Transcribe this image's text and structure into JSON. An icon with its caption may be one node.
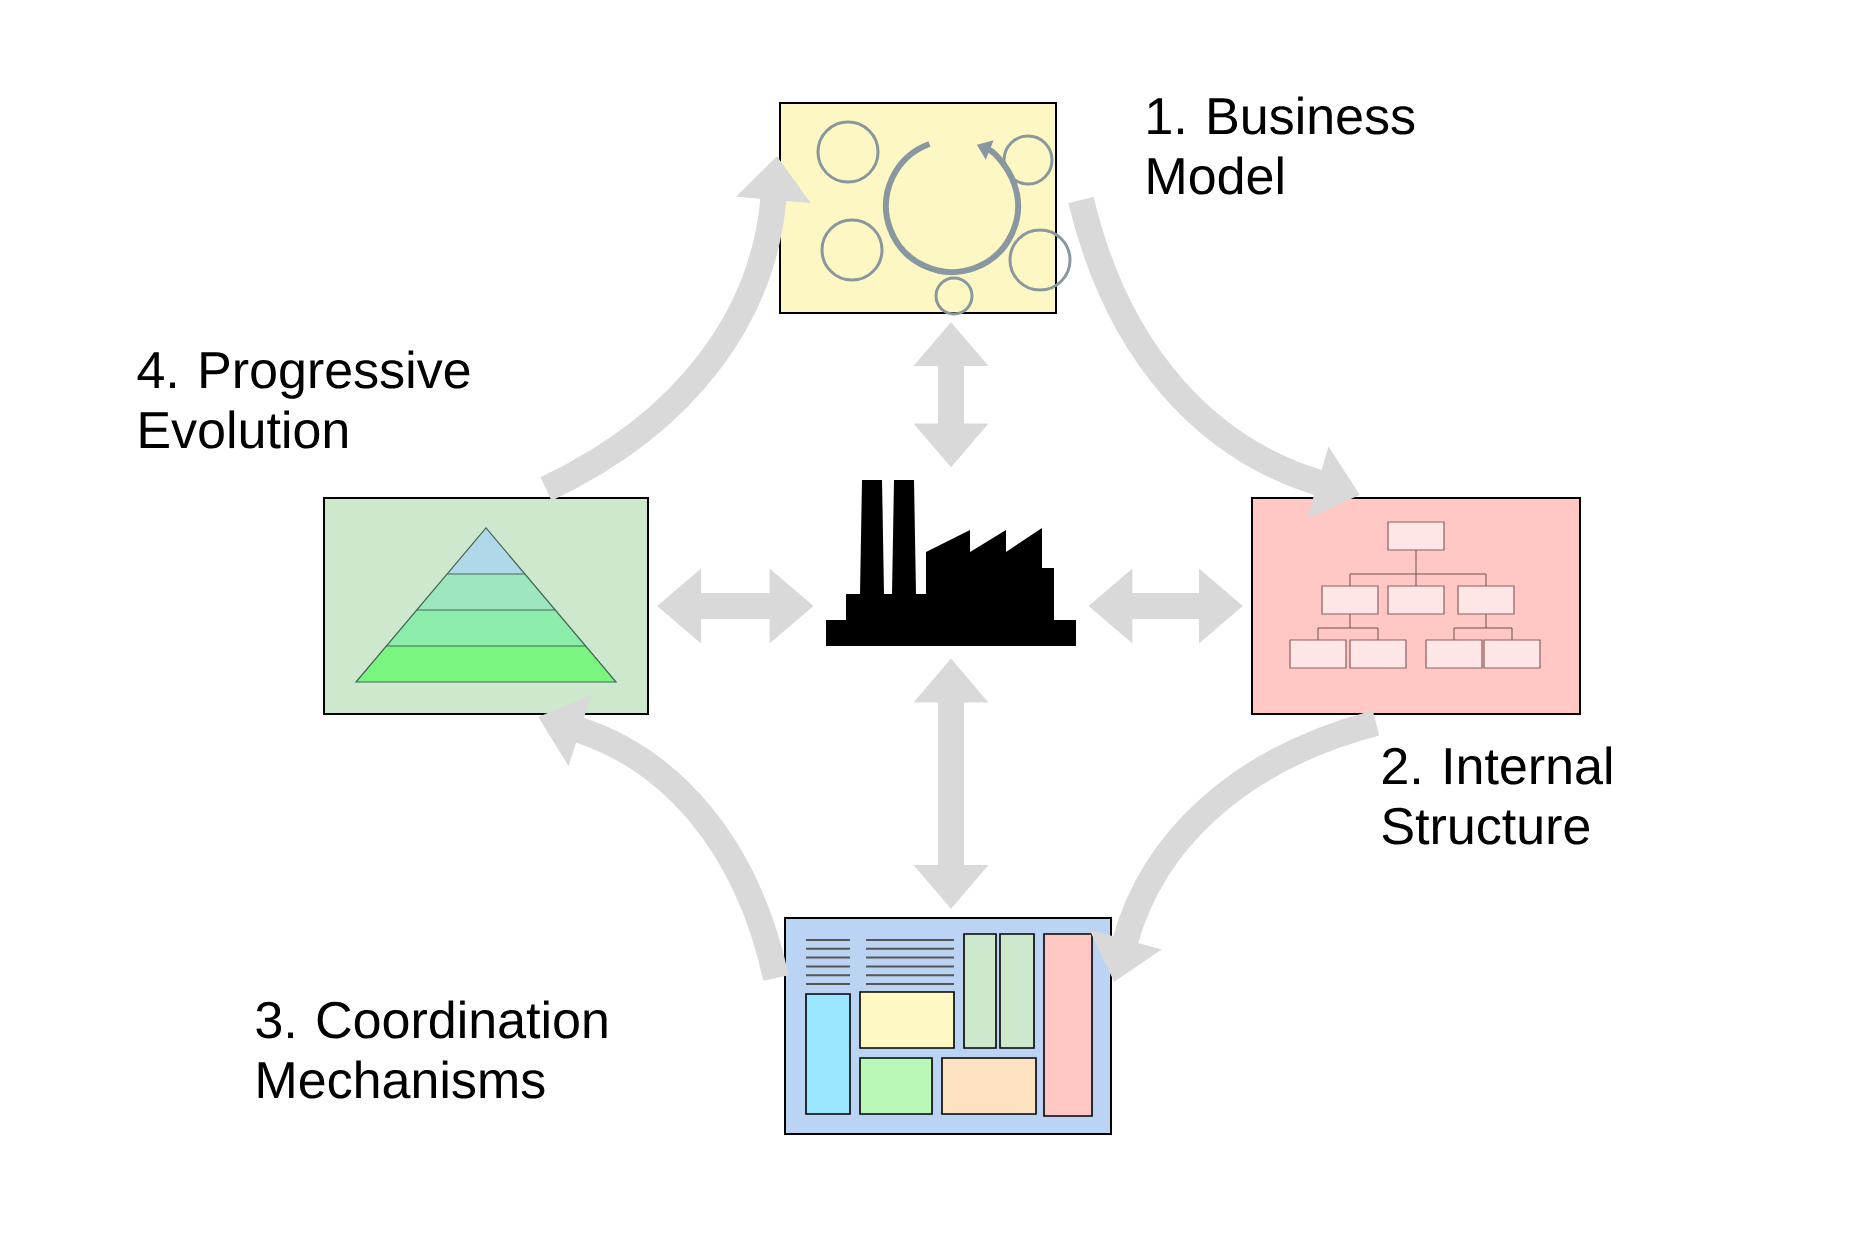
{
  "diagram": {
    "nodes": [
      {
        "text": [
          "1. Business Model"
        ]
      },
      {
        "text": [
          "4. Progressive Evolution"
        ]
      },
      {
        "text": [],
        "shape": "factory"
      },
      {
        "text": [
          "2. Internal Structure"
        ]
      },
      {
        "text": [
          "3. Coordination Mechanisms"
        ]
      }
    ],
    "edges": [
      {
        "from": 0,
        "to": 3,
        "arrow": "to"
      },
      {
        "from": 3,
        "to": 4,
        "arrow": "to"
      },
      {
        "from": 4,
        "to": 1,
        "arrow": "to"
      },
      {
        "from": 1,
        "to": 0,
        "arrow": "to"
      },
      {
        "from": 2,
        "to": 0,
        "arrow": "both"
      },
      {
        "from": 2,
        "to": 1,
        "arrow": "both"
      },
      {
        "from": 2,
        "to": 3,
        "arrow": "both"
      },
      {
        "from": 2,
        "to": 4,
        "arrow": "both"
      }
    ]
  }
}
